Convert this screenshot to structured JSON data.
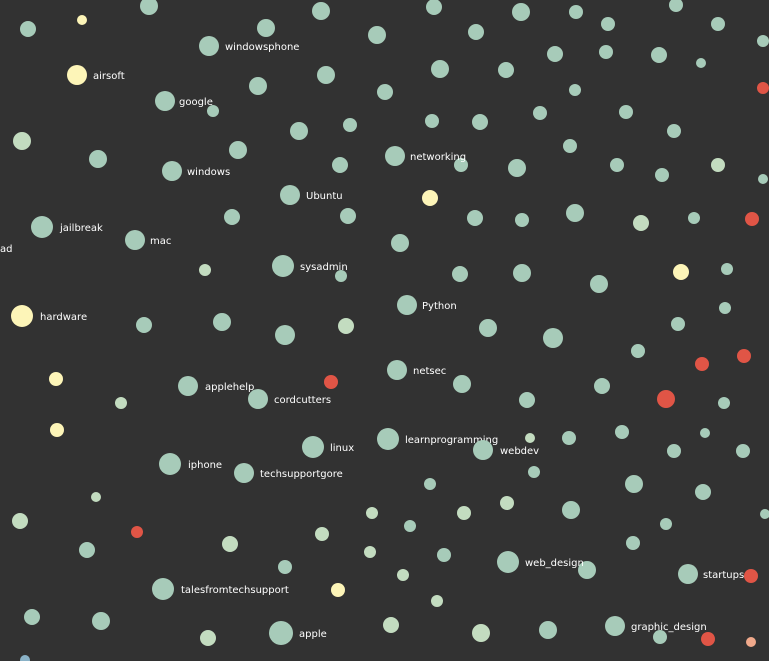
{
  "colors": {
    "background": "#323232",
    "default_node": "#a7cbb9",
    "pale_node": "#c3dcc0",
    "yellow_node": "#fdf5b8",
    "red_node": "#e05546",
    "orange_node": "#f0a98b",
    "blue_node": "#8ab2c7",
    "label": "#ffffff"
  },
  "labeled_nodes": [
    {
      "id": "windowsphone",
      "label": "windowsphone",
      "color": "default_node"
    },
    {
      "id": "airsoft",
      "label": "airsoft",
      "color": "yellow_node"
    },
    {
      "id": "google",
      "label": "google",
      "color": "default_node"
    },
    {
      "id": "windows",
      "label": "windows",
      "color": "default_node"
    },
    {
      "id": "networking",
      "label": "networking",
      "color": "default_node"
    },
    {
      "id": "Ubuntu",
      "label": "Ubuntu",
      "color": "default_node"
    },
    {
      "id": "jailbreak",
      "label": "jailbreak",
      "color": "default_node"
    },
    {
      "id": "mac",
      "label": "mac",
      "color": "default_node"
    },
    {
      "id": "ad-partial",
      "label": "ad",
      "color": "default_node"
    },
    {
      "id": "sysadmin",
      "label": "sysadmin",
      "color": "default_node"
    },
    {
      "id": "Python",
      "label": "Python",
      "color": "default_node"
    },
    {
      "id": "hardware",
      "label": "hardware",
      "color": "yellow_node"
    },
    {
      "id": "netsec",
      "label": "netsec",
      "color": "default_node"
    },
    {
      "id": "applehelp",
      "label": "applehelp",
      "color": "default_node"
    },
    {
      "id": "cordcutters",
      "label": "cordcutters",
      "color": "default_node"
    },
    {
      "id": "linux",
      "label": "linux",
      "color": "default_node"
    },
    {
      "id": "learnprogramming",
      "label": "learnprogramming",
      "color": "default_node"
    },
    {
      "id": "webdev",
      "label": "webdev",
      "color": "default_node"
    },
    {
      "id": "iphone",
      "label": "iphone",
      "color": "default_node"
    },
    {
      "id": "techsupportgore",
      "label": "techsupportgore",
      "color": "default_node"
    },
    {
      "id": "web_design",
      "label": "web_design",
      "color": "default_node"
    },
    {
      "id": "startups",
      "label": "startups",
      "color": "default_node"
    },
    {
      "id": "talesfromtechsupport",
      "label": "talesfromtechsupport",
      "color": "default_node"
    },
    {
      "id": "apple",
      "label": "apple",
      "color": "default_node"
    },
    {
      "id": "graphic_design",
      "label": "graphic_design",
      "color": "default_node"
    }
  ]
}
